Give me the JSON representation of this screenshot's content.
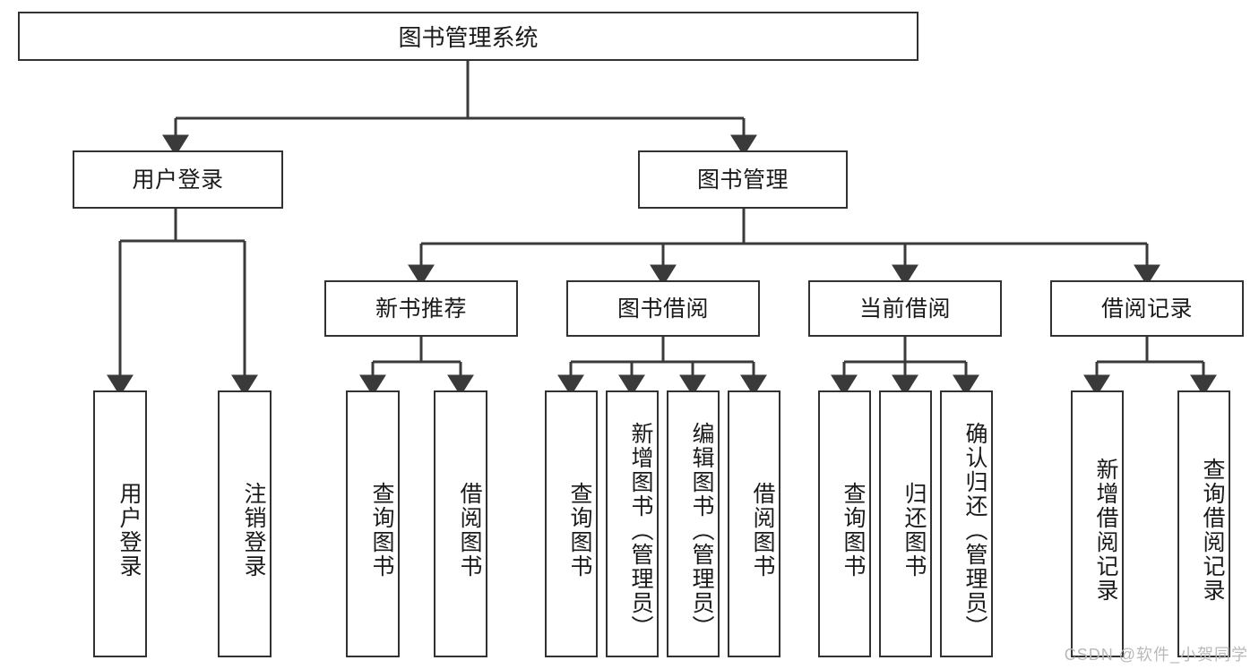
{
  "diagram": {
    "title_box": {
      "label": "图书管理系统"
    },
    "level1": [
      {
        "id": "user-login",
        "label": "用户登录"
      },
      {
        "id": "book-management",
        "label": "图书管理"
      }
    ],
    "level2": [
      {
        "id": "new-book-recommend",
        "label": "新书推荐"
      },
      {
        "id": "book-borrow",
        "label": "图书借阅"
      },
      {
        "id": "current-borrow",
        "label": "当前借阅"
      },
      {
        "id": "borrow-record",
        "label": "借阅记录"
      }
    ],
    "leaves": [
      {
        "id": "leaf-user-login",
        "parent": "user-login",
        "label": "用户登录"
      },
      {
        "id": "leaf-logout",
        "parent": "user-login",
        "label": "注销登录"
      },
      {
        "id": "leaf-query-book-1",
        "parent": "new-book-recommend",
        "label": "查询图书"
      },
      {
        "id": "leaf-borrow-book-1",
        "parent": "new-book-recommend",
        "label": "借阅图书"
      },
      {
        "id": "leaf-query-book-2",
        "parent": "book-borrow",
        "label": "查询图书"
      },
      {
        "id": "leaf-add-book",
        "parent": "book-borrow",
        "label": "新增图书（管理员）"
      },
      {
        "id": "leaf-edit-book",
        "parent": "book-borrow",
        "label": "编辑图书（管理员）"
      },
      {
        "id": "leaf-borrow-book-2",
        "parent": "book-borrow",
        "label": "借阅图书"
      },
      {
        "id": "leaf-query-book-3",
        "parent": "current-borrow",
        "label": "查询图书"
      },
      {
        "id": "leaf-return-book",
        "parent": "current-borrow",
        "label": "归还图书"
      },
      {
        "id": "leaf-confirm-return",
        "parent": "current-borrow",
        "label": "确认归还（管理员）"
      },
      {
        "id": "leaf-add-record",
        "parent": "borrow-record",
        "label": "新增借阅记录"
      },
      {
        "id": "leaf-query-record",
        "parent": "borrow-record",
        "label": "查询借阅记录"
      }
    ],
    "watermark": "CSDN @软件_小贺同学",
    "colors": {
      "border": "#323232",
      "text": "#1a1a1a",
      "background": "#ffffff",
      "connector": "#3a3a3a",
      "watermark": "#b9b9b9"
    }
  }
}
